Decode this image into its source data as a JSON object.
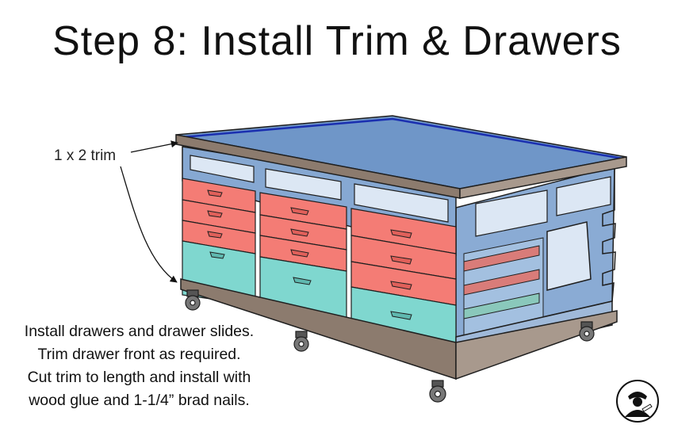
{
  "title": "Step 8: Install Trim & Drawers",
  "callout": {
    "label": "1 x 2 trim"
  },
  "caption": {
    "lines": [
      "Install drawers and drawer slides.",
      "Trim drawer front as required.",
      "Cut trim to length and install with",
      "wood glue and 1-1/4” brad nails."
    ]
  },
  "colors": {
    "top": "#6f96c8",
    "frame": "#7ea3cf",
    "trim": "#8c7b6e",
    "drawer_red": "#f47c75",
    "drawer_teal": "#7fd7cf",
    "outline": "#1f1f1f"
  },
  "logo": {
    "icon": "woodworker-logo-icon"
  }
}
